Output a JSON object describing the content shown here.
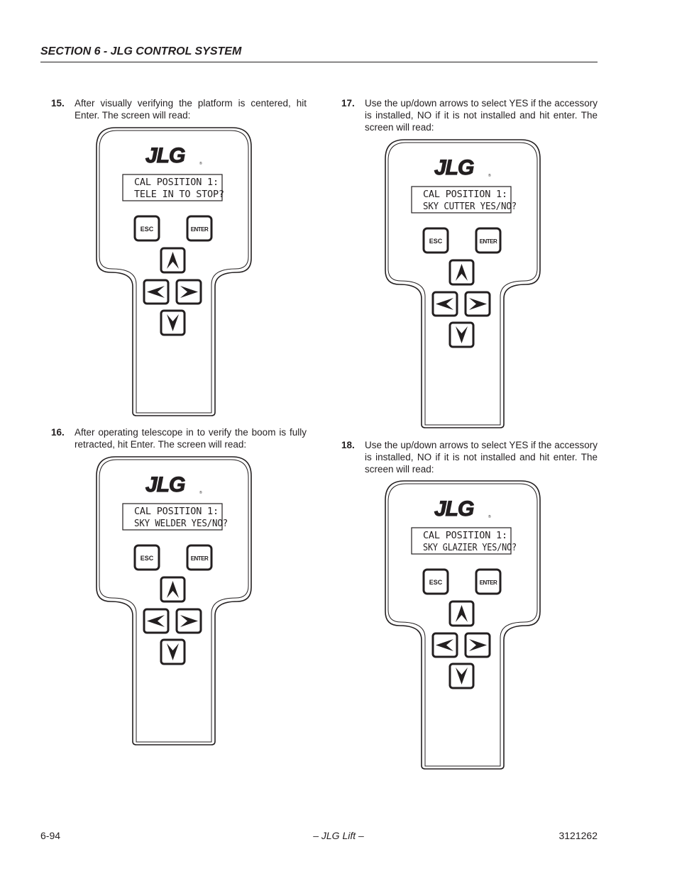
{
  "header": {
    "section_title": "SECTION 6 - JLG CONTROL SYSTEM"
  },
  "steps": [
    {
      "number": "15.",
      "text": "After visually verifying the platform is centered, hit Enter. The screen will read:",
      "screen_line1": "CAL POSITION 1:",
      "screen_line2": "TELE IN TO STOP?"
    },
    {
      "number": "16.",
      "text": "After operating telescope in to verify the boom is fully retracted, hit Enter. The screen will read:",
      "screen_line1": "CAL POSITION 1:",
      "screen_line2": "SKY WELDER YES/NO?"
    },
    {
      "number": "17.",
      "text": "Use the up/down arrows to select YES if the accessory is installed, NO if it is not installed and hit enter. The screen will read:",
      "screen_line1": "CAL POSITION 1:",
      "screen_line2": "SKY CUTTER YES/NO?"
    },
    {
      "number": "18.",
      "text": "Use the up/down arrows to select YES if the accessory is installed, NO if it is not installed and hit enter. The screen will read:",
      "screen_line1": "CAL POSITION 1:",
      "screen_line2": "SKY GLAZIER YES/NO?"
    }
  ],
  "pendant": {
    "logo": "JLG",
    "esc_label": "ESC",
    "enter_label": "ENTER"
  },
  "footer": {
    "page_number": "6-94",
    "center": "– JLG Lift –",
    "doc_number": "3121262"
  }
}
